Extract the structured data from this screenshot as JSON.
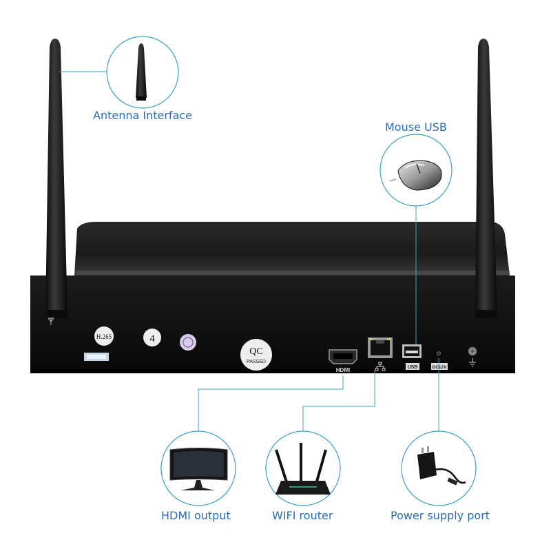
{
  "callouts": {
    "antenna_interface": "Antenna Interface",
    "mouse_usb": "Mouse USB",
    "hdmi_output": "HDMI output",
    "wifi_router": "WIFI router",
    "power_supply_port": "Power supply port"
  },
  "device": {
    "sticker_codec": "H.265",
    "sticker_number": "4",
    "sticker_qc_top": "QC",
    "sticker_qc_bottom": "PASSED",
    "port_tag_hdmi": "HDMI",
    "port_tag_usb": "USB",
    "port_tag_dc": "DC12V"
  },
  "colors": {
    "callout_line": "#3aa0c8",
    "label_text": "#2b6db5",
    "device_body": "#111111"
  },
  "icons": [
    "antenna-icon",
    "mouse-icon",
    "monitor-icon",
    "router-icon",
    "power-adapter-icon",
    "ethernet-icon",
    "ground-icon"
  ]
}
